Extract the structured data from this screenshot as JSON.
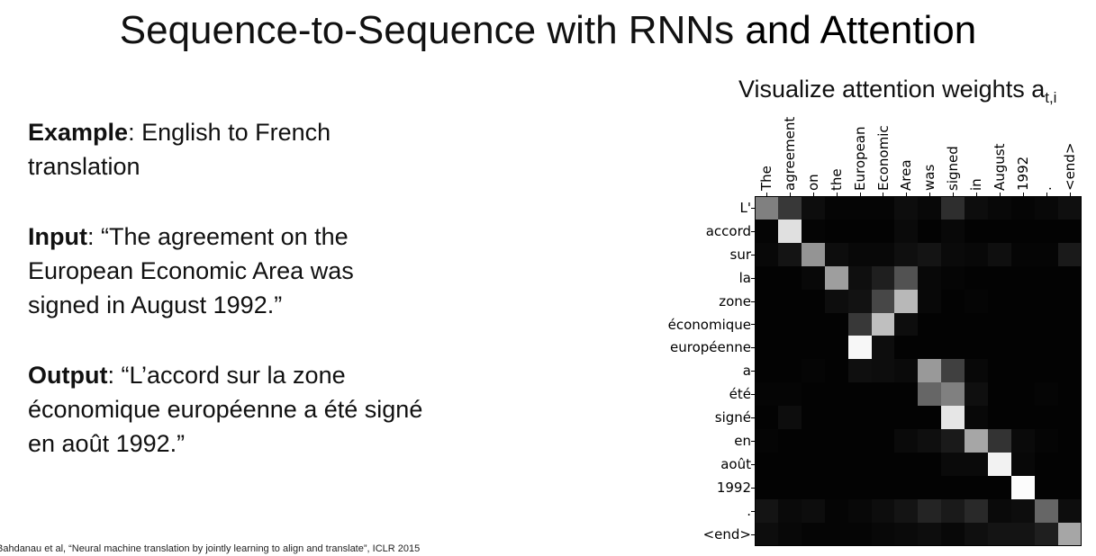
{
  "slide": {
    "title_plain": "Sequence-to-Sequence with RNNs",
    "title_emph": "and Attention"
  },
  "text": {
    "example_label": "Example",
    "example_text": ": English to French translation",
    "input_label": "Input",
    "input_text": ": “The agreement on the European Economic Area was signed in August 1992.”",
    "output_label": "Output",
    "output_text": ": “L’accord sur la zone économique européenne a été signé en août 1992.”"
  },
  "viz": {
    "caption": "Visualize attention weights a",
    "caption_sub": "t,i"
  },
  "citation": "Bahdanau et al, “Neural machine translation by jointly learning to align and translate”, ICLR 2015",
  "chart_data": {
    "type": "heatmap",
    "x_labels": [
      "The",
      "agreement",
      "on",
      "the",
      "European",
      "Economic",
      "Area",
      "was",
      "signed",
      "in",
      "August",
      "1992",
      ".",
      "<end>"
    ],
    "y_labels": [
      "L'",
      "accord",
      "sur",
      "la",
      "zone",
      "économique",
      "européenne",
      "a",
      "été",
      "signé",
      "en",
      "août",
      "1992",
      ".",
      "<end>"
    ],
    "colormap": "grayscale (black = 0, white = 1)",
    "values": [
      [
        0.5,
        0.22,
        0.05,
        0.02,
        0.02,
        0.02,
        0.05,
        0.03,
        0.18,
        0.05,
        0.03,
        0.02,
        0.03,
        0.06
      ],
      [
        0.02,
        0.88,
        0.02,
        0.01,
        0.01,
        0.01,
        0.04,
        0.01,
        0.03,
        0.01,
        0.01,
        0.01,
        0.01,
        0.01
      ],
      [
        0.03,
        0.08,
        0.58,
        0.05,
        0.03,
        0.03,
        0.06,
        0.08,
        0.04,
        0.03,
        0.06,
        0.02,
        0.02,
        0.1
      ],
      [
        0.01,
        0.01,
        0.03,
        0.62,
        0.06,
        0.12,
        0.32,
        0.03,
        0.02,
        0.01,
        0.01,
        0.01,
        0.01,
        0.01
      ],
      [
        0.01,
        0.01,
        0.01,
        0.05,
        0.07,
        0.28,
        0.72,
        0.03,
        0.01,
        0.02,
        0.01,
        0.01,
        0.01,
        0.01
      ],
      [
        0.01,
        0.01,
        0.01,
        0.01,
        0.22,
        0.75,
        0.05,
        0.01,
        0.01,
        0.01,
        0.01,
        0.01,
        0.01,
        0.01
      ],
      [
        0.01,
        0.01,
        0.01,
        0.01,
        0.97,
        0.05,
        0.01,
        0.01,
        0.01,
        0.01,
        0.01,
        0.01,
        0.01,
        0.01
      ],
      [
        0.01,
        0.01,
        0.02,
        0.01,
        0.06,
        0.05,
        0.04,
        0.6,
        0.25,
        0.03,
        0.01,
        0.01,
        0.01,
        0.01
      ],
      [
        0.02,
        0.02,
        0.01,
        0.01,
        0.01,
        0.01,
        0.01,
        0.4,
        0.5,
        0.06,
        0.01,
        0.01,
        0.02,
        0.01
      ],
      [
        0.01,
        0.05,
        0.01,
        0.01,
        0.01,
        0.01,
        0.01,
        0.01,
        0.9,
        0.03,
        0.01,
        0.01,
        0.01,
        0.01
      ],
      [
        0.02,
        0.01,
        0.01,
        0.01,
        0.01,
        0.01,
        0.04,
        0.06,
        0.1,
        0.65,
        0.2,
        0.04,
        0.02,
        0.01
      ],
      [
        0.01,
        0.01,
        0.01,
        0.01,
        0.01,
        0.01,
        0.01,
        0.01,
        0.04,
        0.04,
        0.95,
        0.03,
        0.01,
        0.01
      ],
      [
        0.01,
        0.01,
        0.01,
        0.01,
        0.01,
        0.01,
        0.01,
        0.01,
        0.01,
        0.01,
        0.01,
        0.99,
        0.01,
        0.01
      ],
      [
        0.08,
        0.04,
        0.05,
        0.02,
        0.03,
        0.05,
        0.08,
        0.14,
        0.1,
        0.16,
        0.04,
        0.05,
        0.4,
        0.05
      ],
      [
        0.05,
        0.03,
        0.02,
        0.02,
        0.02,
        0.03,
        0.04,
        0.05,
        0.03,
        0.06,
        0.08,
        0.08,
        0.12,
        0.65
      ]
    ]
  }
}
